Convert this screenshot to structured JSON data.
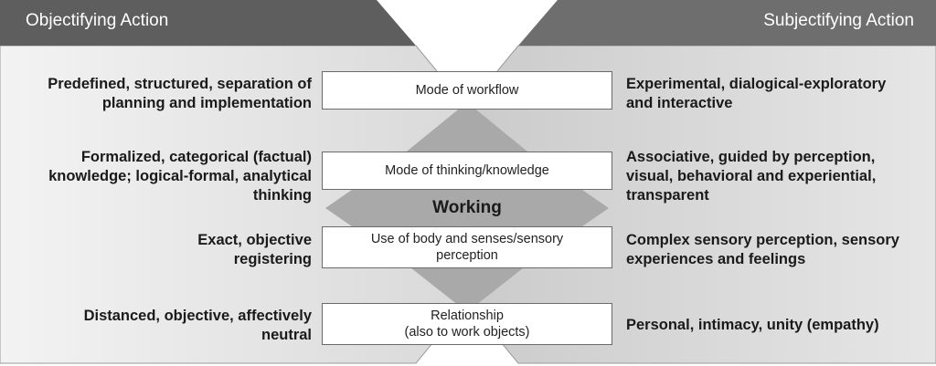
{
  "header": {
    "left": "Objectifying Action",
    "right": "Subjectifying Action"
  },
  "center": {
    "title": "Working"
  },
  "rows": [
    {
      "dimension": [
        "Mode of workflow"
      ],
      "objectifying": [
        "Predefined, structured, separation of",
        "planning and implementation"
      ],
      "subjectifying": [
        "Experimental, dialogical-exploratory",
        "and interactive"
      ]
    },
    {
      "dimension": [
        "Mode of thinking/knowledge"
      ],
      "objectifying": [
        "Formalized, categorical (factual)",
        "knowledge; logical-formal, analytical",
        "thinking"
      ],
      "subjectifying": [
        "Associative, guided by perception,",
        "visual, behavioral and experiential,",
        "transparent"
      ]
    },
    {
      "dimension": [
        "Use of body and senses/sensory",
        "perception"
      ],
      "objectifying": [
        "Exact, objective",
        "registering"
      ],
      "subjectifying": [
        "Complex sensory perception, sensory",
        "experiences and feelings"
      ]
    },
    {
      "dimension": [
        "Relationship",
        "(also to work objects)"
      ],
      "objectifying": [
        "Distanced, objective, affectively",
        "neutral"
      ],
      "subjectifying": [
        "Personal, intimacy, unity (empathy)"
      ]
    }
  ],
  "colors": {
    "header_left": "#5e5e5e",
    "header_right": "#6e6e6e",
    "panel_left": "#dcdcdc",
    "panel_right": "#cfcfcf",
    "center_shape": "#a9a9a9"
  }
}
